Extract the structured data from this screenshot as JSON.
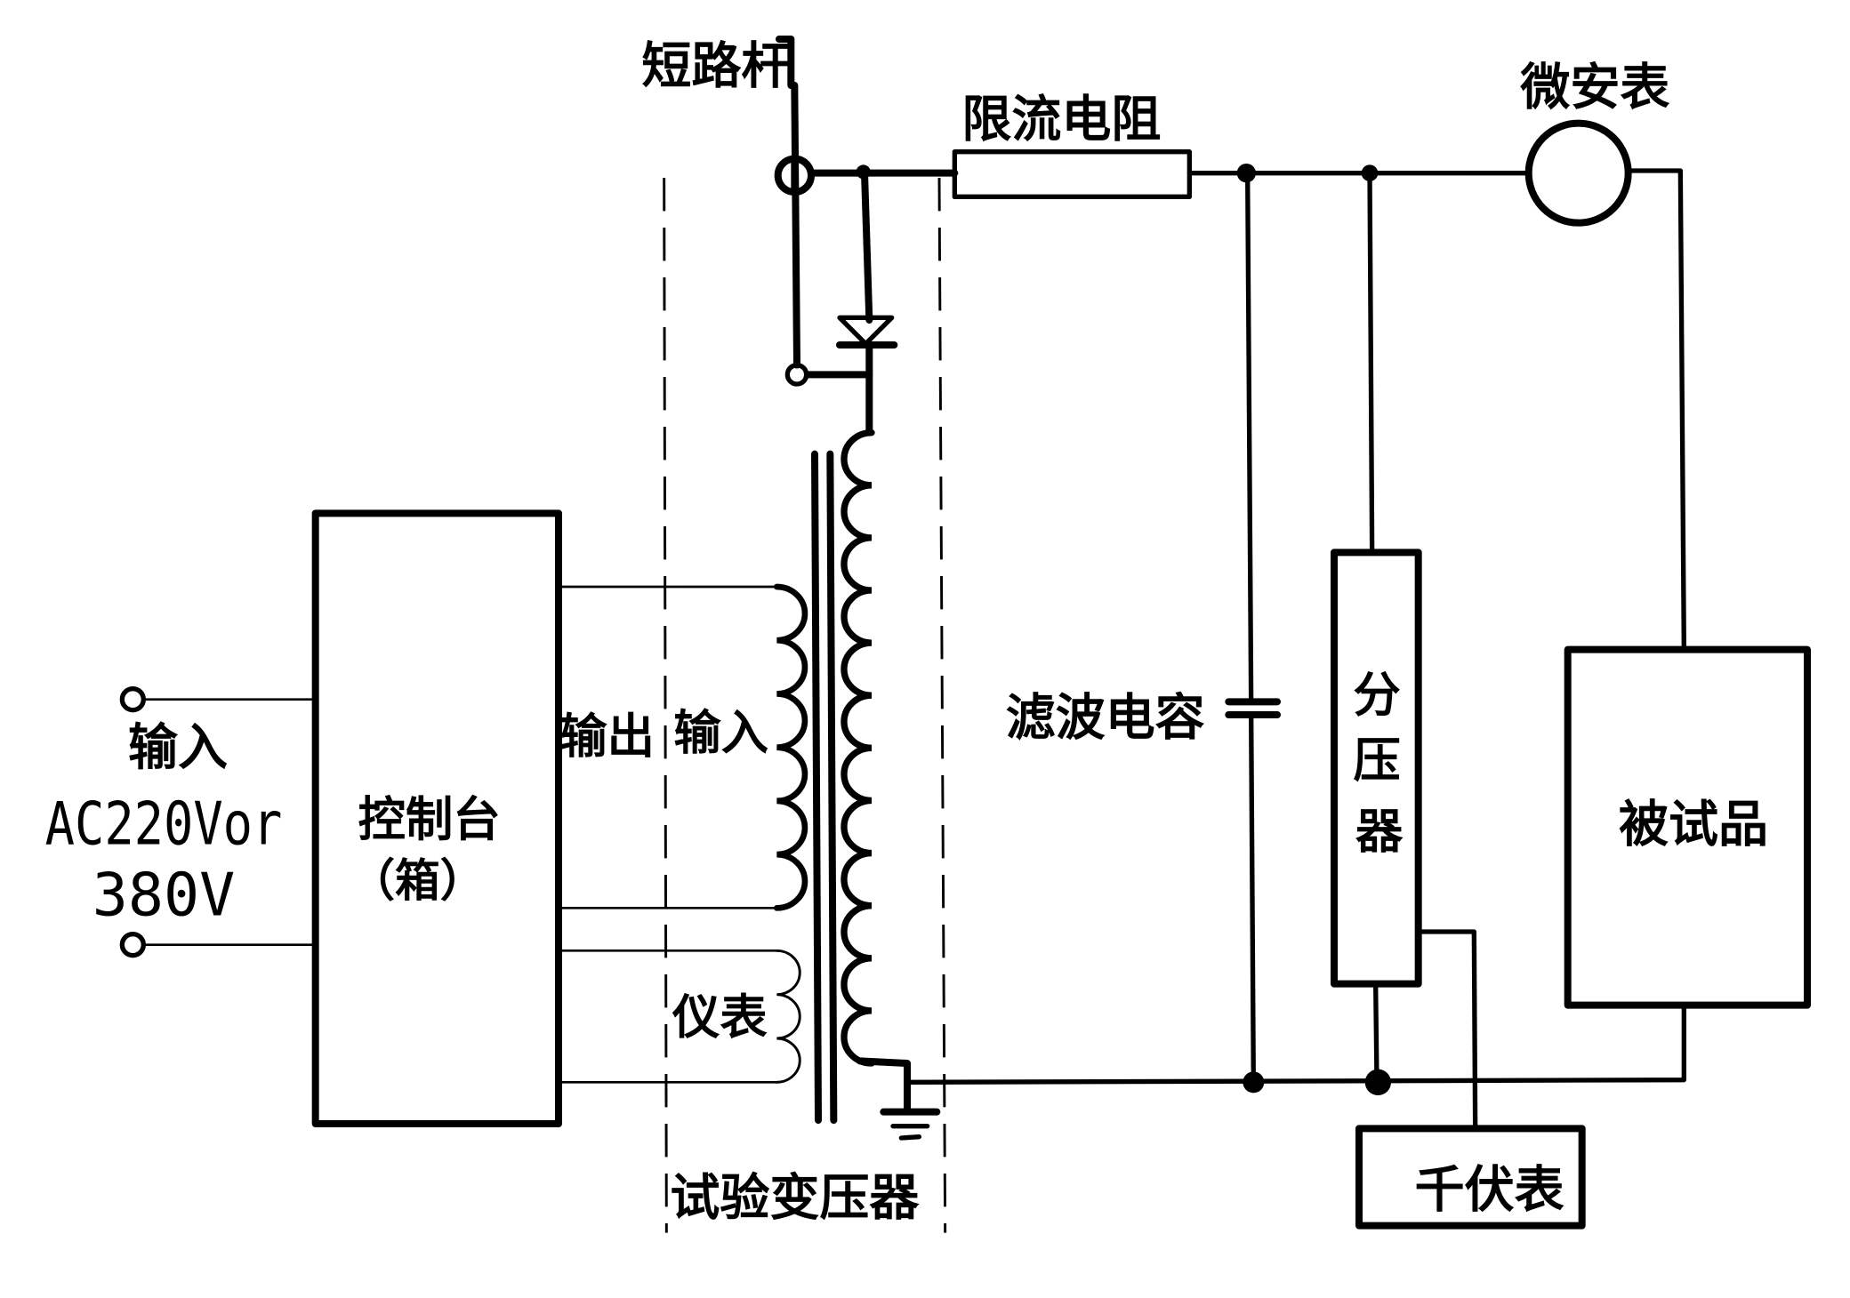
{
  "diagram": {
    "type": "circuit-schematic",
    "subject": "DC high-voltage test circuit",
    "labels": {
      "input_top": "输入",
      "input_voltage_line1": "AC220Vor",
      "input_voltage_line2": "380V",
      "control_box_line1": "控制台",
      "control_box_line2": "（箱）",
      "output": "输出",
      "primary_input": "输入",
      "meter_winding": "仪表",
      "test_transformer": "试验变压器",
      "short_circuit_rod": "短路杆",
      "current_limiting_resistor": "限流电阻",
      "microammeter": "微安表",
      "filter_capacitor": "滤波电容",
      "voltage_divider_chars": [
        "分",
        "压",
        "器"
      ],
      "device_under_test": "被试品",
      "kilovoltmeter": "千伏表"
    },
    "components": [
      {
        "id": "input-terminals",
        "label_ref": "input_top",
        "kind": "terminal-pair"
      },
      {
        "id": "control-box",
        "label_ref": "control_box_line1",
        "kind": "block"
      },
      {
        "id": "test-transformer",
        "label_ref": "test_transformer",
        "kind": "transformer",
        "windings": {
          "primary_turns_drawn": 6,
          "meter_turns_drawn": 3,
          "secondary_turns_drawn": 12
        }
      },
      {
        "id": "short-circuit-rod",
        "label_ref": "short_circuit_rod",
        "kind": "switch"
      },
      {
        "id": "rectifier-diode",
        "kind": "diode"
      },
      {
        "id": "current-limiting-resistor",
        "label_ref": "current_limiting_resistor",
        "kind": "resistor"
      },
      {
        "id": "microammeter",
        "label_ref": "microammeter",
        "kind": "meter"
      },
      {
        "id": "filter-capacitor",
        "label_ref": "filter_capacitor",
        "kind": "capacitor"
      },
      {
        "id": "voltage-divider",
        "label_ref": "voltage_divider_chars",
        "kind": "block"
      },
      {
        "id": "device-under-test",
        "label_ref": "device_under_test",
        "kind": "block"
      },
      {
        "id": "kilovoltmeter",
        "label_ref": "kilovoltmeter",
        "kind": "meter-block"
      },
      {
        "id": "ground",
        "kind": "ground"
      }
    ],
    "colors": {
      "ink": "#000000",
      "paper": "#ffffff"
    }
  }
}
